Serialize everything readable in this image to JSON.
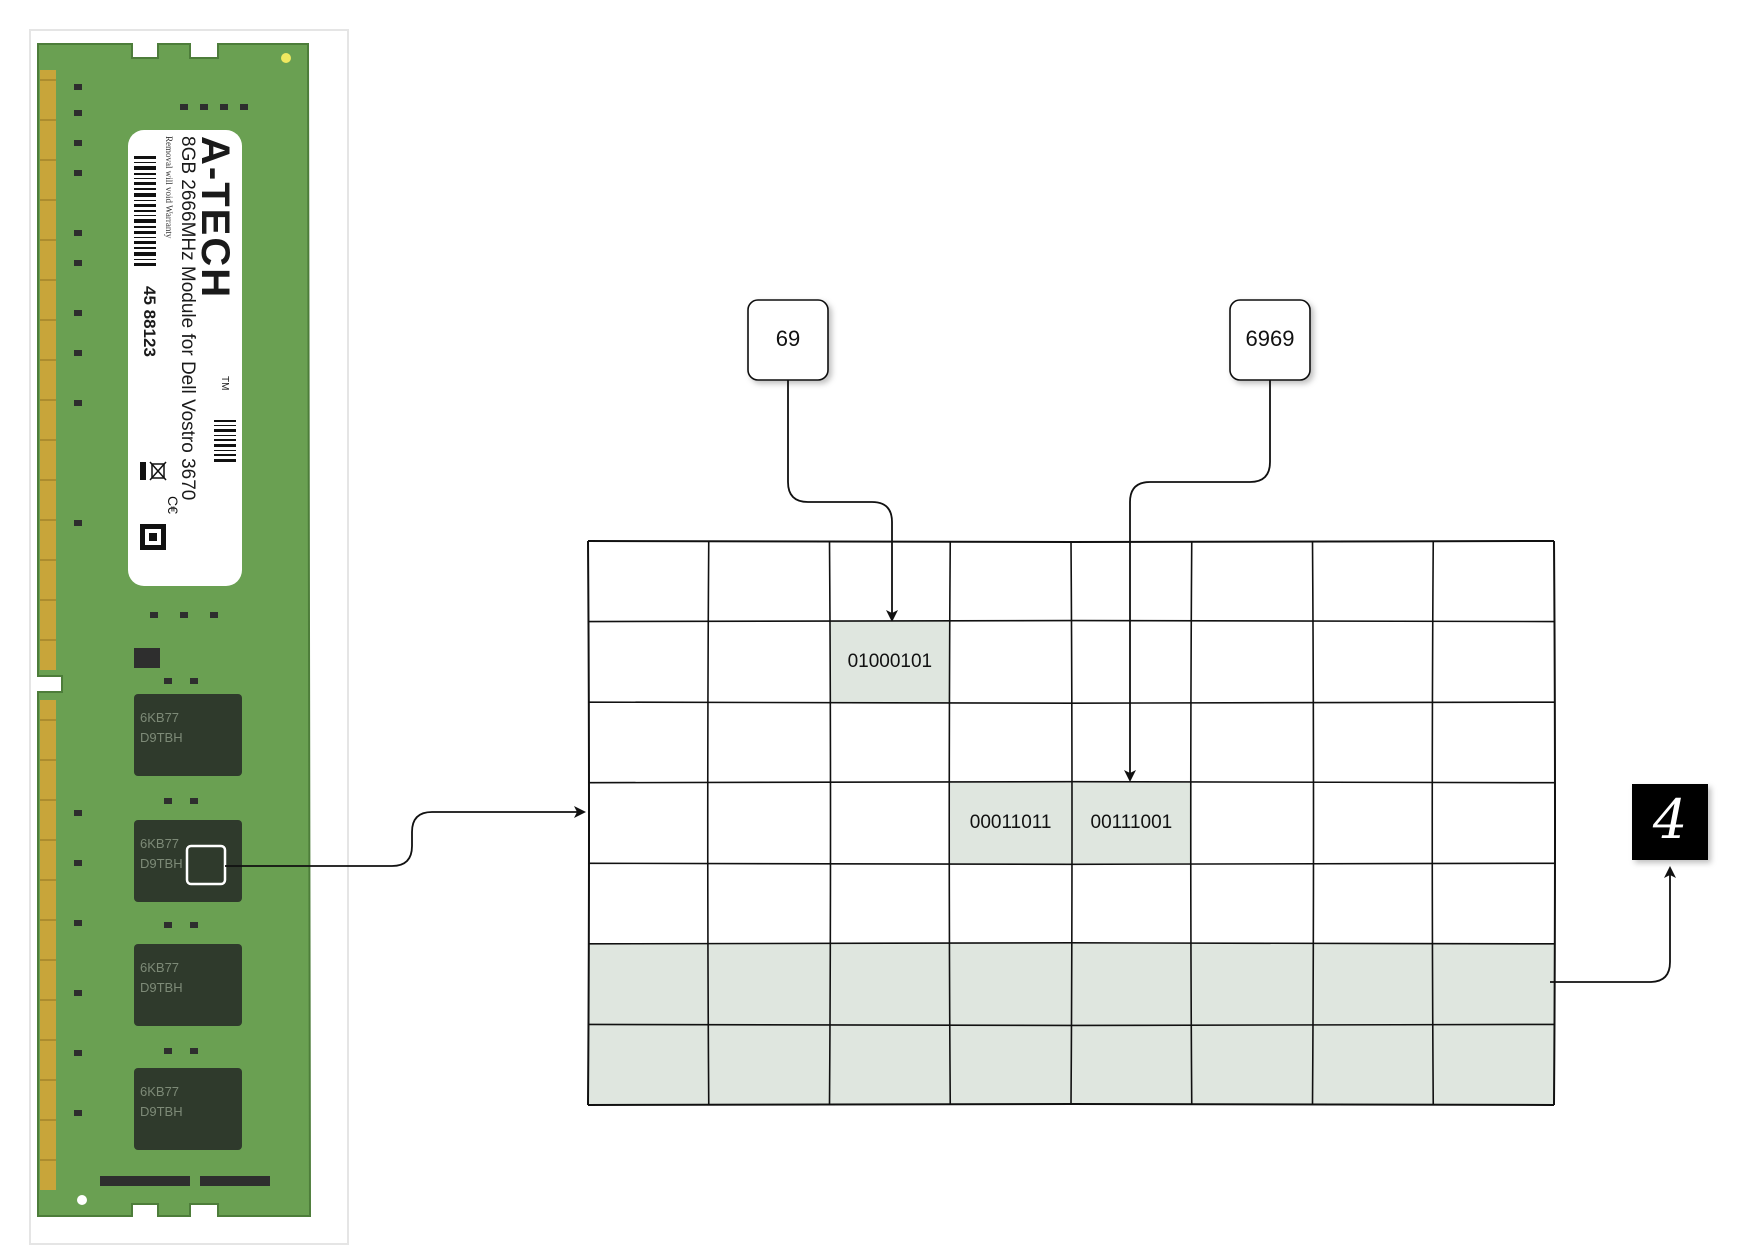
{
  "ram_module": {
    "brand": "A-TECH",
    "trademark": "TM",
    "description": "8GB 2666MHz Module for Dell Vostro 3670",
    "warranty_note": "Removal will void Warranty",
    "serial": "45 88123",
    "chip_marking_line1": "6KB77",
    "chip_marking_line2": "D9TBH"
  },
  "address_boxes": [
    {
      "label": "69"
    },
    {
      "label": "6969"
    }
  ],
  "memory_grid": {
    "rows": 7,
    "cols": 8,
    "cells": [
      {
        "row": 1,
        "col": 2,
        "value": "01000101"
      },
      {
        "row": 3,
        "col": 3,
        "value": "00011011"
      },
      {
        "row": 3,
        "col": 4,
        "value": "00111001"
      }
    ],
    "highlighted_rows": [
      5,
      6
    ],
    "highlight_color": "#dfe6df",
    "line_color": "#111111"
  },
  "output_image": {
    "glyph": "4",
    "background": "#000000",
    "foreground": "#ffffff"
  },
  "colors": {
    "pcb_green": "#6aa052",
    "gold_contacts": "#c8a53a",
    "chip_dark": "#2f3a2c",
    "label_white": "#ffffff"
  }
}
